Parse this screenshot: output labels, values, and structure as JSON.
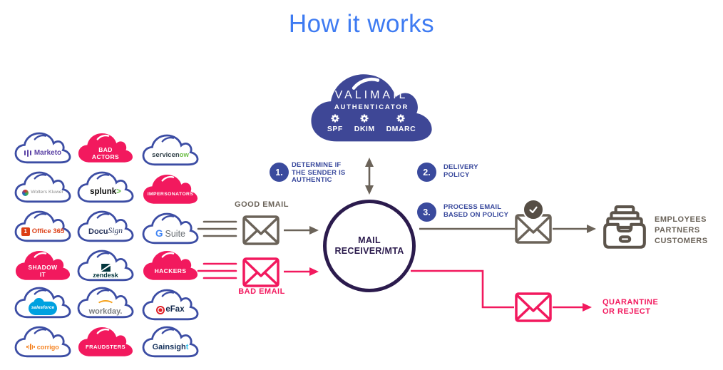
{
  "title": "How it works",
  "colors": {
    "title_blue": "#3E7BF2",
    "indigo": "#3E4796",
    "pink": "#F2195E",
    "taupe": "#6B6359",
    "dark_purple": "#2B1B4D"
  },
  "authenticator": {
    "brand": "VALIMAIL",
    "subtitle": "AUTHENTICATOR",
    "protocols": [
      "SPF",
      "DKIM",
      "DMARC"
    ]
  },
  "senders": {
    "clouds": [
      {
        "name": "marketo",
        "label": "Marketo"
      },
      {
        "name": "bad-actors",
        "label": "BAD ACTORS"
      },
      {
        "name": "servicenow",
        "parts": [
          "servicen",
          "ow"
        ]
      },
      {
        "name": "wolters-kluwer",
        "label": "Wolters Kluwer"
      },
      {
        "name": "splunk",
        "parts": [
          "splunk",
          ">"
        ]
      },
      {
        "name": "impersonators",
        "label": "IMPERSONATORS"
      },
      {
        "name": "office-365",
        "label": "Office 365",
        "icon_text": "1"
      },
      {
        "name": "docusign",
        "parts": [
          "Docu",
          "Sign"
        ]
      },
      {
        "name": "g-suite",
        "parts": [
          "G",
          "Suite"
        ]
      },
      {
        "name": "shadow-it",
        "label": "SHADOW IT"
      },
      {
        "name": "zendesk",
        "label": "zendesk"
      },
      {
        "name": "hackers",
        "label": "HACKERS"
      },
      {
        "name": "salesforce",
        "label": "salesforce"
      },
      {
        "name": "workday",
        "label": "workday."
      },
      {
        "name": "efax",
        "label": "eFax"
      },
      {
        "name": "corrigo",
        "label": "corrigo"
      },
      {
        "name": "fraudsters",
        "label": "FRAUDSTERS"
      },
      {
        "name": "gainsight",
        "parts": [
          "Gainsigh",
          "t"
        ]
      }
    ]
  },
  "flow": {
    "good_email": "GOOD EMAIL",
    "bad_email": "BAD EMAIL",
    "receiver": "MAIL RECEIVER/MTA",
    "steps": [
      {
        "num": "1.",
        "label": "DETERMINE IF THE SENDER IS AUTHENTIC"
      },
      {
        "num": "2.",
        "label": "DELIVERY POLICY"
      },
      {
        "num": "3.",
        "label": "PROCESS EMAIL BASED ON POLICY"
      }
    ],
    "delivered": "EMPLOYEES PARTNERS CUSTOMERS",
    "quarantine": "QUARANTINE OR REJECT"
  }
}
